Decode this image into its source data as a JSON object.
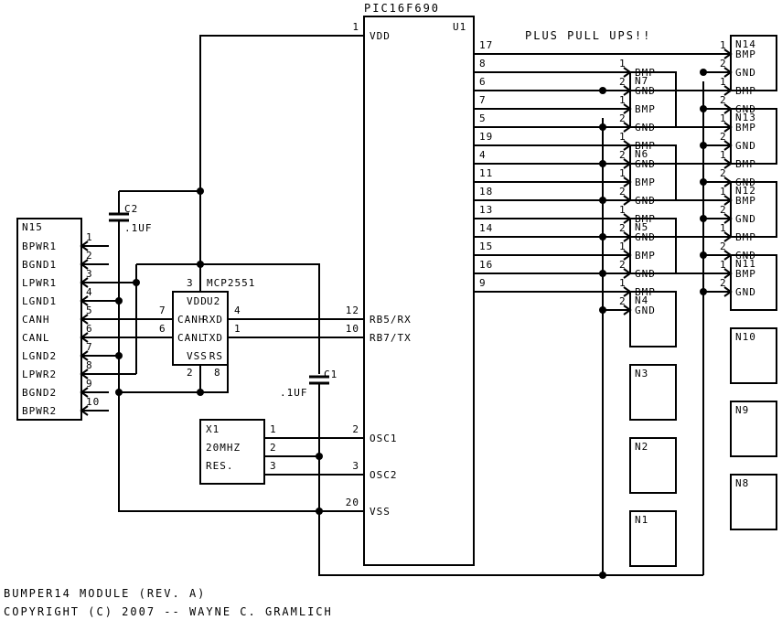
{
  "title_block": {
    "line1": "BUMPER14 MODULE (REV. A)",
    "line2": "COPYRIGHT (C) 2007 -- WAYNE C. GRAMLICH"
  },
  "note": "PLUS PULL UPS!!",
  "u1": {
    "part": "PIC16F690",
    "ref": "U1",
    "left_pins": [
      {
        "num": "1",
        "name": "VDD"
      },
      {
        "num": "12",
        "name": "RB5/RX"
      },
      {
        "num": "10",
        "name": "RB7/TX"
      },
      {
        "num": "2",
        "name": "OSC1"
      },
      {
        "num": "3",
        "name": "OSC2"
      },
      {
        "num": "20",
        "name": "VSS"
      }
    ],
    "right_pins": [
      "17",
      "8",
      "6",
      "7",
      "5",
      "19",
      "4",
      "11",
      "18",
      "13",
      "14",
      "15",
      "16",
      "9"
    ]
  },
  "u2": {
    "part": "MCP2551",
    "ref": "U2",
    "labels": {
      "vdd": "VDD",
      "canh": "CANH",
      "canl": "CANL",
      "vss": "VSS",
      "rxd": "RXD",
      "txd": "TXD",
      "rs": "RS"
    },
    "pins": {
      "vdd": "3",
      "canh": "7",
      "canl": "6",
      "rxd": "4",
      "txd": "1",
      "vss": "2",
      "rs": "8"
    }
  },
  "n15": {
    "ref": "N15",
    "pins": [
      {
        "num": "1",
        "label": "BPWR1"
      },
      {
        "num": "2",
        "label": "BGND1"
      },
      {
        "num": "3",
        "label": "LPWR1"
      },
      {
        "num": "4",
        "label": "LGND1"
      },
      {
        "num": "5",
        "label": "CANH"
      },
      {
        "num": "6",
        "label": "CANL"
      },
      {
        "num": "7",
        "label": "LGND2"
      },
      {
        "num": "8",
        "label": "LPWR2"
      },
      {
        "num": "9",
        "label": "BGND2"
      },
      {
        "num": "10",
        "label": "BPWR2"
      }
    ]
  },
  "x1": {
    "ref": "X1",
    "value": "20MHZ",
    "kind": "RES.",
    "pins": [
      "1",
      "2",
      "3"
    ]
  },
  "c1": {
    "ref": "C1",
    "value": ".1UF"
  },
  "c2": {
    "ref": "C2",
    "value": ".1UF"
  },
  "sensor_pins": {
    "bmp": "BMP",
    "gnd": "GND",
    "p1": "1",
    "p2": "2"
  },
  "sensors_right": [
    "N14",
    "N13",
    "N12",
    "N11",
    "N10",
    "N9",
    "N8"
  ],
  "sensors_middle": [
    "N7",
    "N6",
    "N5",
    "N4",
    "N3",
    "N2",
    "N1"
  ]
}
